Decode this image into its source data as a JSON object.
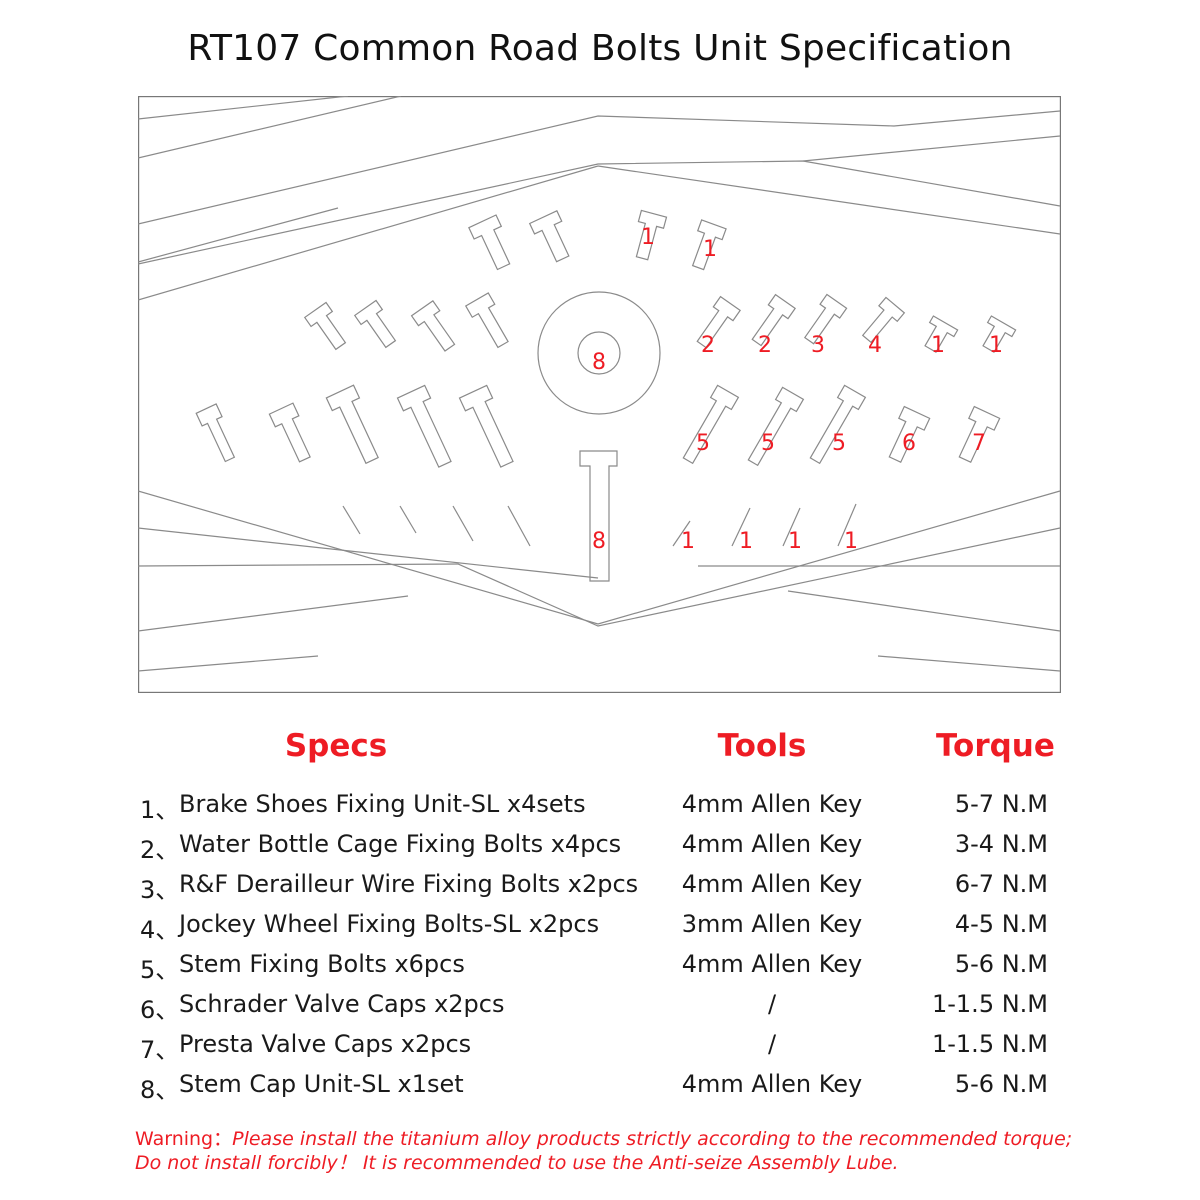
{
  "title": "RT107 Common Road Bolts Unit Specification",
  "accent_color": "#ee1c24",
  "diagram": {
    "markers": [
      "1",
      "1",
      "2",
      "2",
      "3",
      "4",
      "1",
      "1",
      "8",
      "5",
      "5",
      "5",
      "6",
      "7",
      "8",
      "1",
      "1",
      "1",
      "1"
    ]
  },
  "headers": {
    "specs": "Specs",
    "tools": "Tools",
    "torque": "Torque"
  },
  "rows": [
    {
      "num": "1、",
      "spec": "Brake Shoes Fixing Unit-SL x4sets",
      "tool": "4mm Allen Key",
      "torque": "5-7 N.M"
    },
    {
      "num": "2、",
      "spec": "Water Bottle Cage Fixing Bolts x4pcs",
      "tool": "4mm Allen Key",
      "torque": "3-4 N.M"
    },
    {
      "num": "3、",
      "spec": "R&F Derailleur Wire Fixing Bolts x2pcs",
      "tool": "4mm Allen Key",
      "torque": "6-7 N.M"
    },
    {
      "num": "4、",
      "spec": "Jockey Wheel Fixing Bolts-SL x2pcs",
      "tool": "3mm Allen Key",
      "torque": "4-5 N.M"
    },
    {
      "num": "5、",
      "spec": "Stem Fixing Bolts x6pcs",
      "tool": "4mm Allen Key",
      "torque": "5-6 N.M"
    },
    {
      "num": "6、",
      "spec": "Schrader Valve Caps x2pcs",
      "tool": "/",
      "torque": "1-1.5 N.M"
    },
    {
      "num": "7、",
      "spec": "Presta Valve Caps x2pcs",
      "tool": "/",
      "torque": "1-1.5 N.M"
    },
    {
      "num": "8、",
      "spec": "Stem Cap Unit-SL x1set",
      "tool": "4mm Allen Key",
      "torque": "5-6 N.M"
    }
  ],
  "warning": {
    "label": "Warning：",
    "line1": "Please install the titanium alloy products strictly according to the recommended torque;",
    "line2": "Do not install forcibly！ It is recommended to use the Anti-seize Assembly Lube."
  }
}
